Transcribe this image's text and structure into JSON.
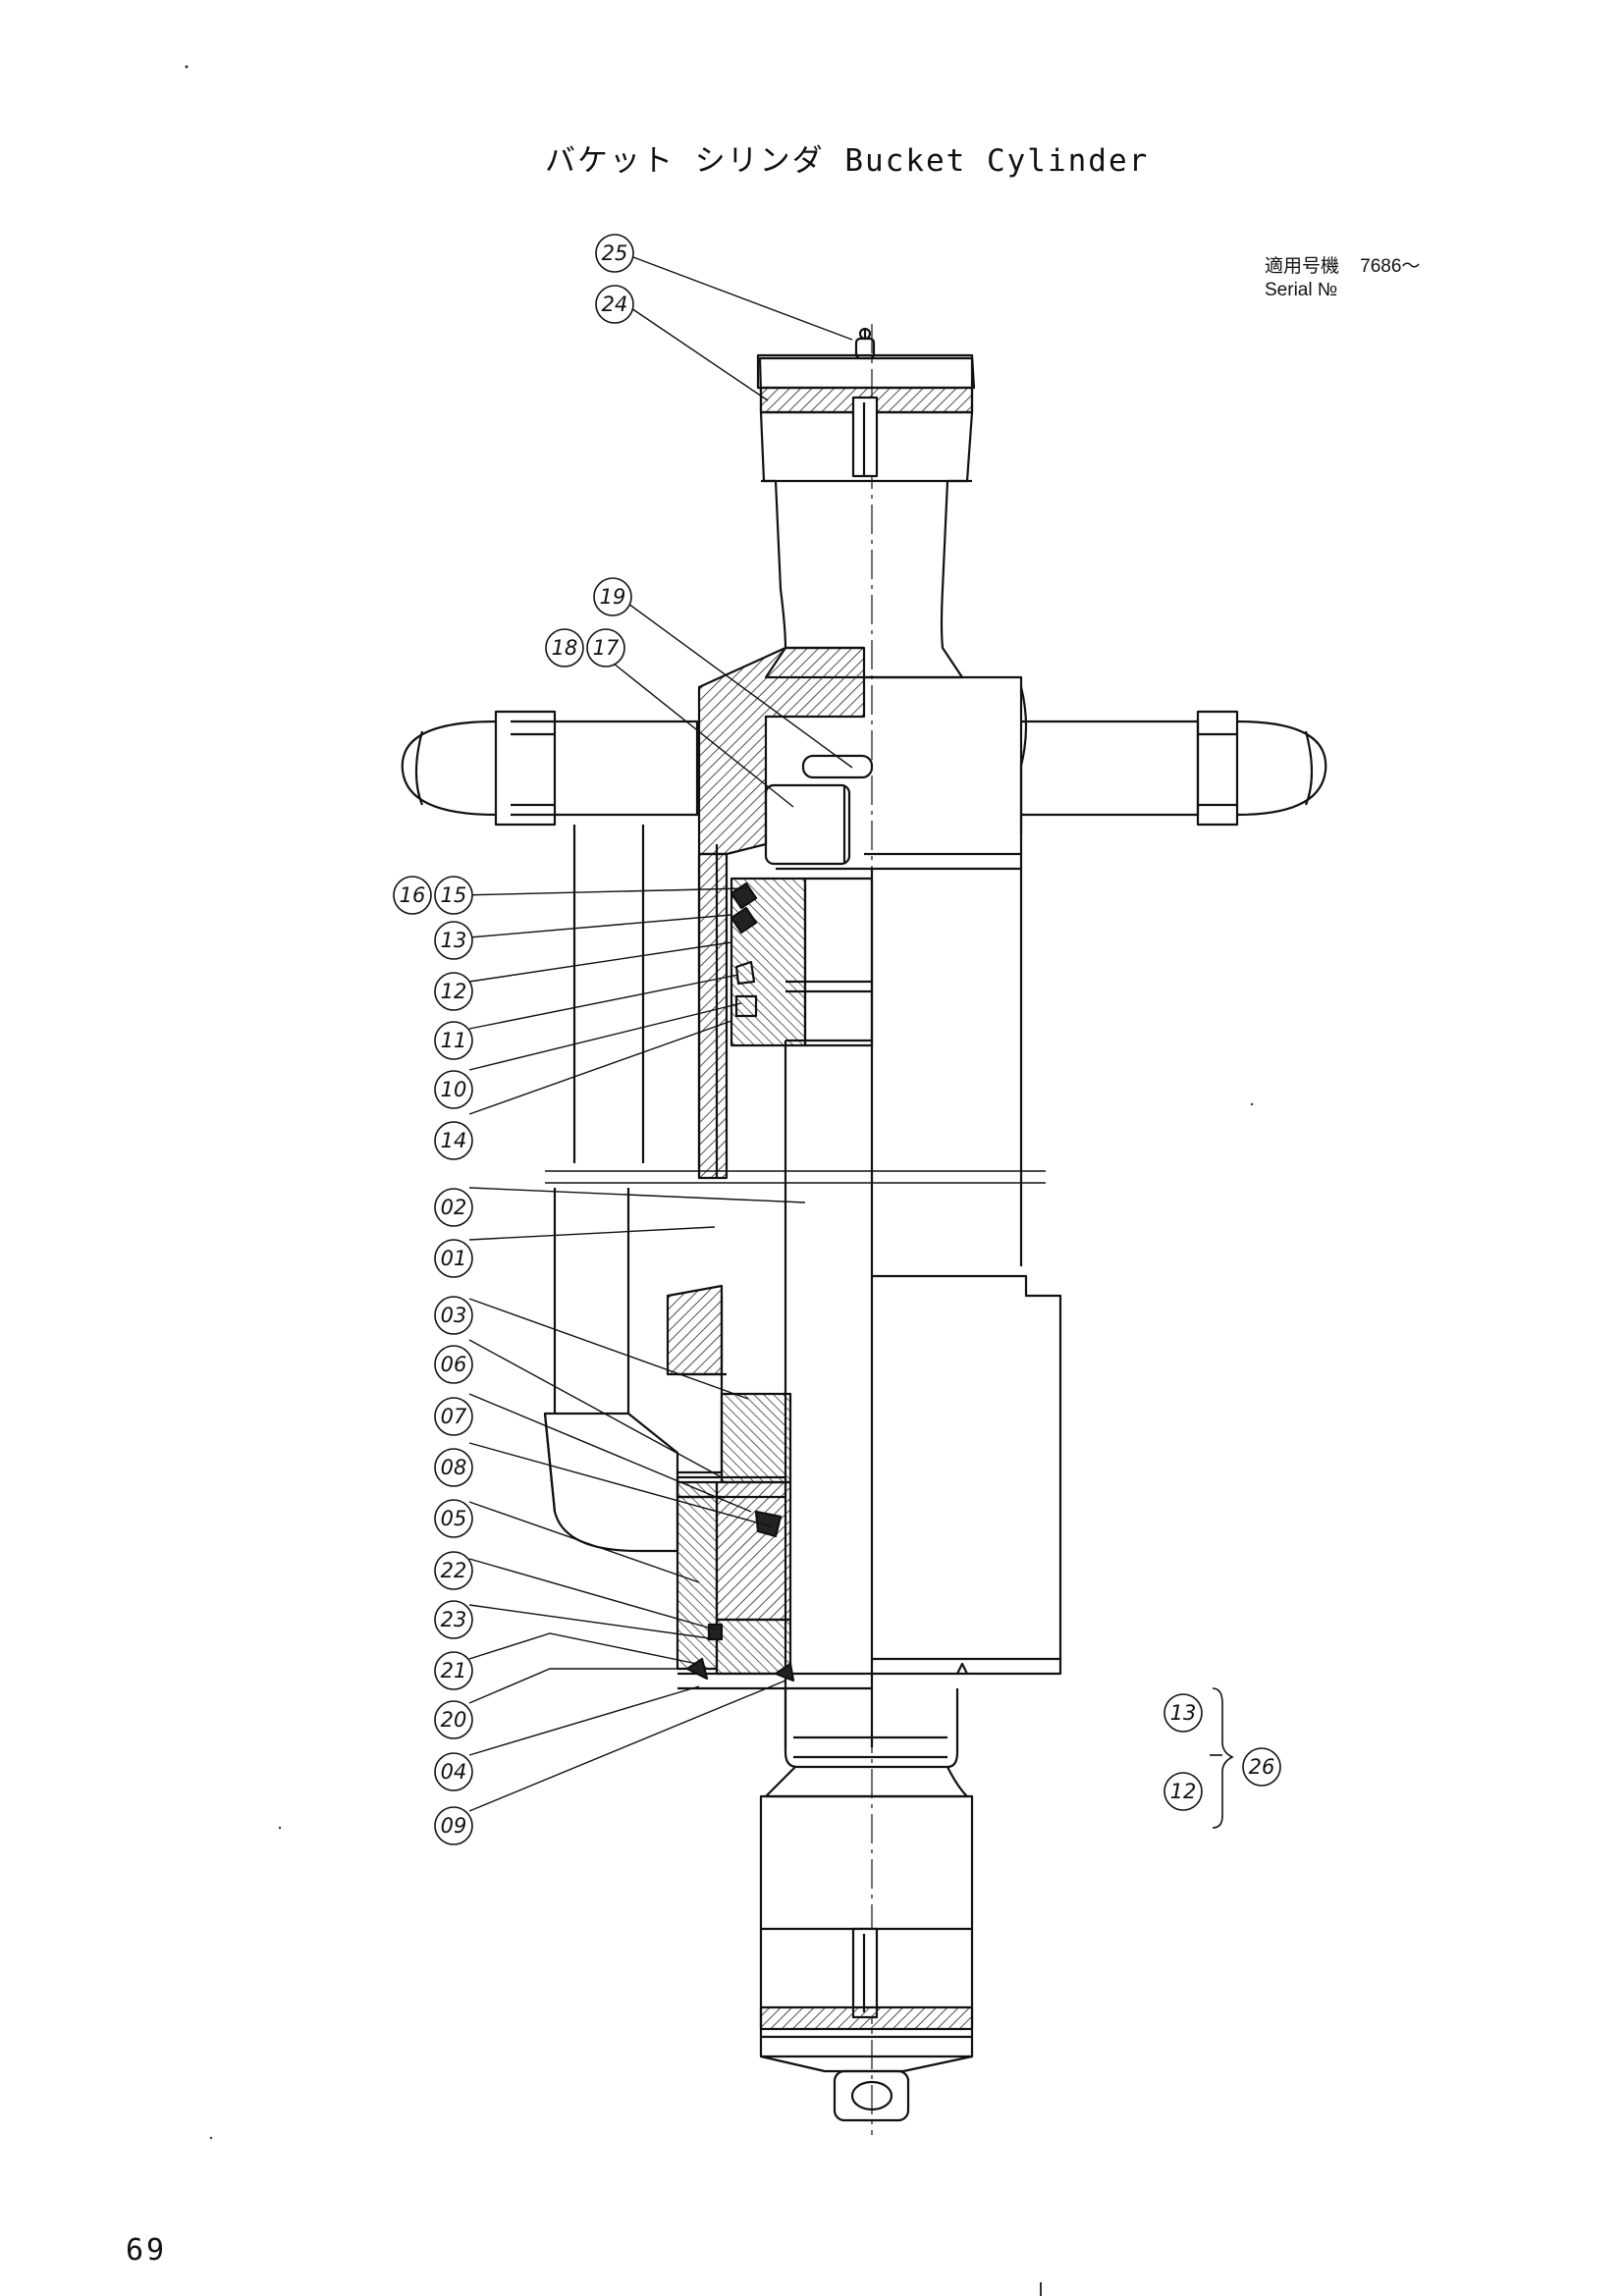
{
  "title": "バケット シリンダ  Bucket Cylinder",
  "serial": {
    "label_jp": "適用号機",
    "value": "7686〜",
    "label_en": "Serial №"
  },
  "callouts": {
    "c25": "25",
    "c24": "24",
    "c19": "19",
    "c18": "18",
    "c17": "17",
    "c16": "16",
    "c15": "15",
    "c13": "13",
    "c12": "12",
    "c11": "11",
    "c10": "10",
    "c14": "14",
    "c02": "02",
    "c01": "01",
    "c03": "03",
    "c06": "06",
    "c07": "07",
    "c08": "08",
    "c05": "05",
    "c22": "22",
    "c23": "23",
    "c21": "21",
    "c20": "20",
    "c04": "04",
    "c09": "09"
  },
  "kit": {
    "a": "12",
    "b": "13",
    "result": "26"
  },
  "page_number": "69"
}
